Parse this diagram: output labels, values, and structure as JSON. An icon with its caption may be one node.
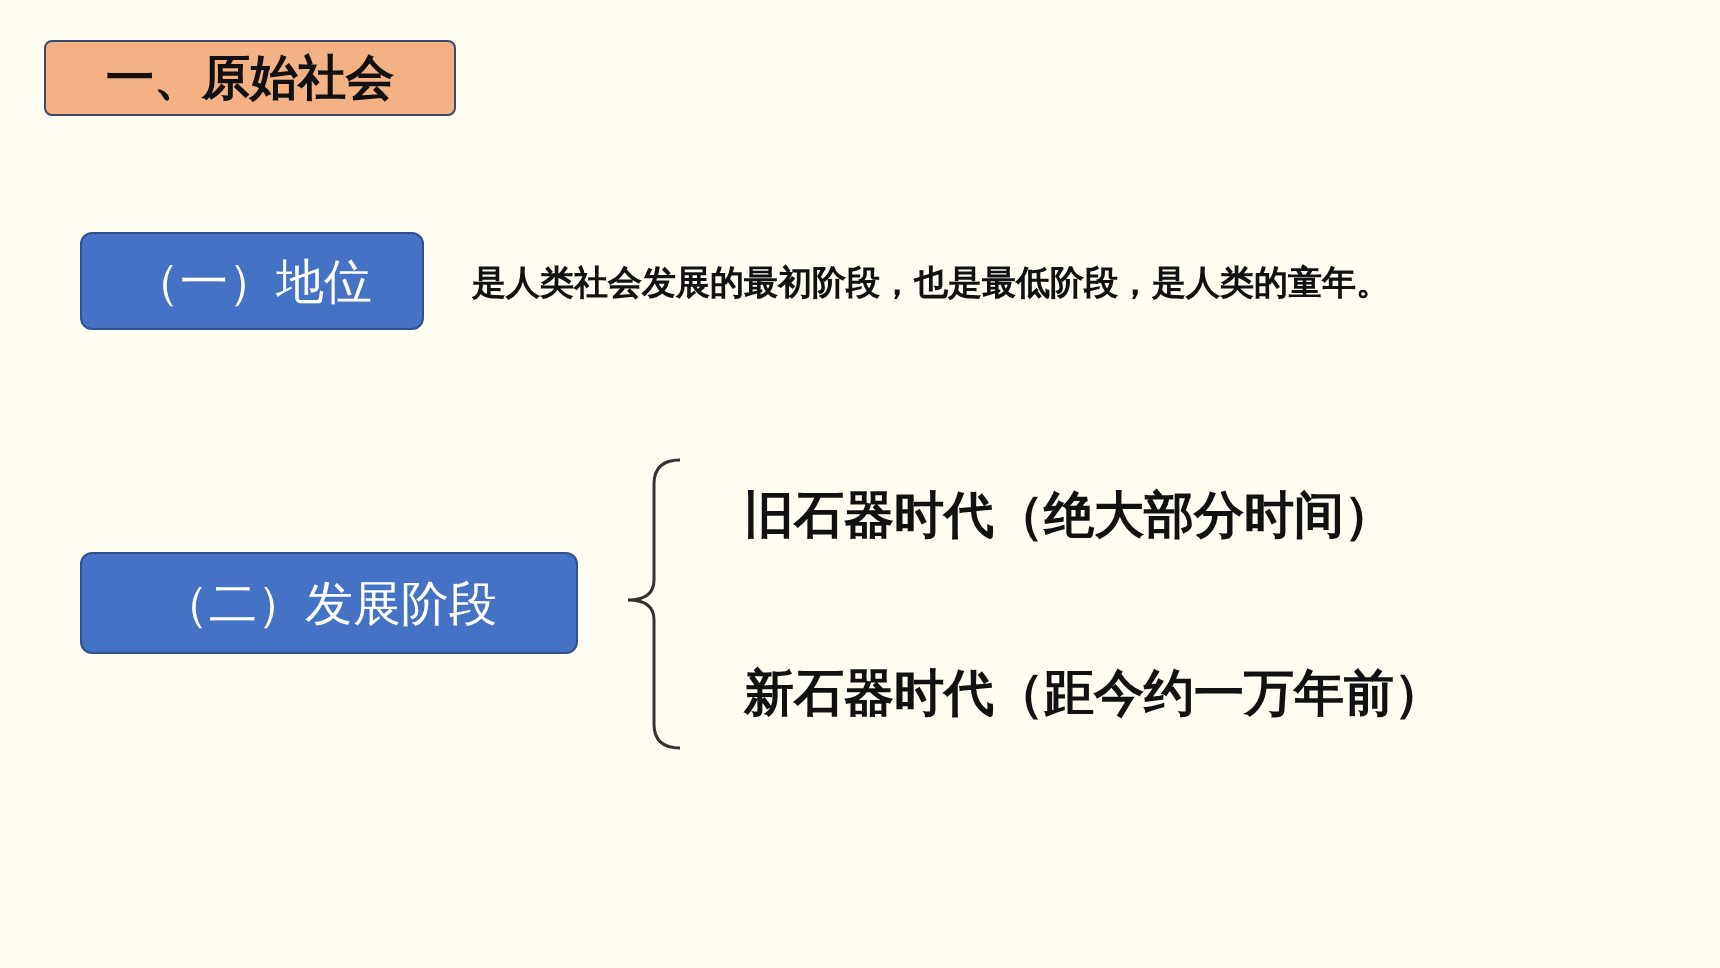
{
  "diagram": {
    "nodes": [
      {
        "text": [
          "一、原始社会"
        ]
      },
      {
        "text": [
          "（一）地位"
        ],
        "beside": [
          "是人类社会发展的最初阶段，也是最低阶段，是人类的童年。"
        ]
      },
      {
        "text": [
          "（二）发展阶段"
        ]
      }
    ],
    "edges": [],
    "labels": [
      "旧石器时代（绝大部分时间）",
      "新石器时代（距今约一万年前）"
    ]
  }
}
